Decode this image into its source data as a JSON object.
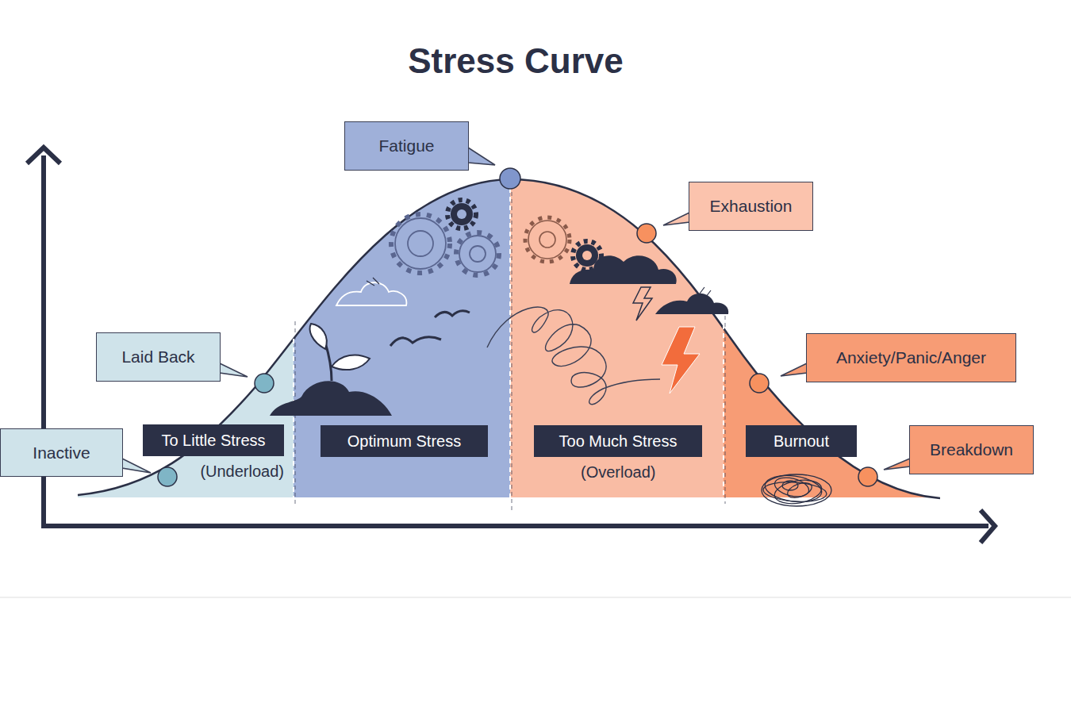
{
  "diagram": {
    "title": "Stress Curve",
    "nodes": [
      {
        "text": [
          "Inactive"
        ]
      },
      {
        "text": [
          "Laid Back"
        ]
      },
      {
        "text": [
          "To Little Stress",
          "(Underload)"
        ]
      },
      {
        "text": [
          "Fatigue"
        ]
      },
      {
        "text": [
          "Optimum Stress"
        ]
      },
      {
        "text": [
          "Too Much Stress",
          "(Overload)"
        ]
      },
      {
        "text": [
          "Exhaustion"
        ]
      },
      {
        "text": [
          "Burnout"
        ]
      },
      {
        "text": [
          "Anxiety/Panic/Anger"
        ]
      },
      {
        "text": [
          "Breakdown"
        ]
      }
    ]
  }
}
